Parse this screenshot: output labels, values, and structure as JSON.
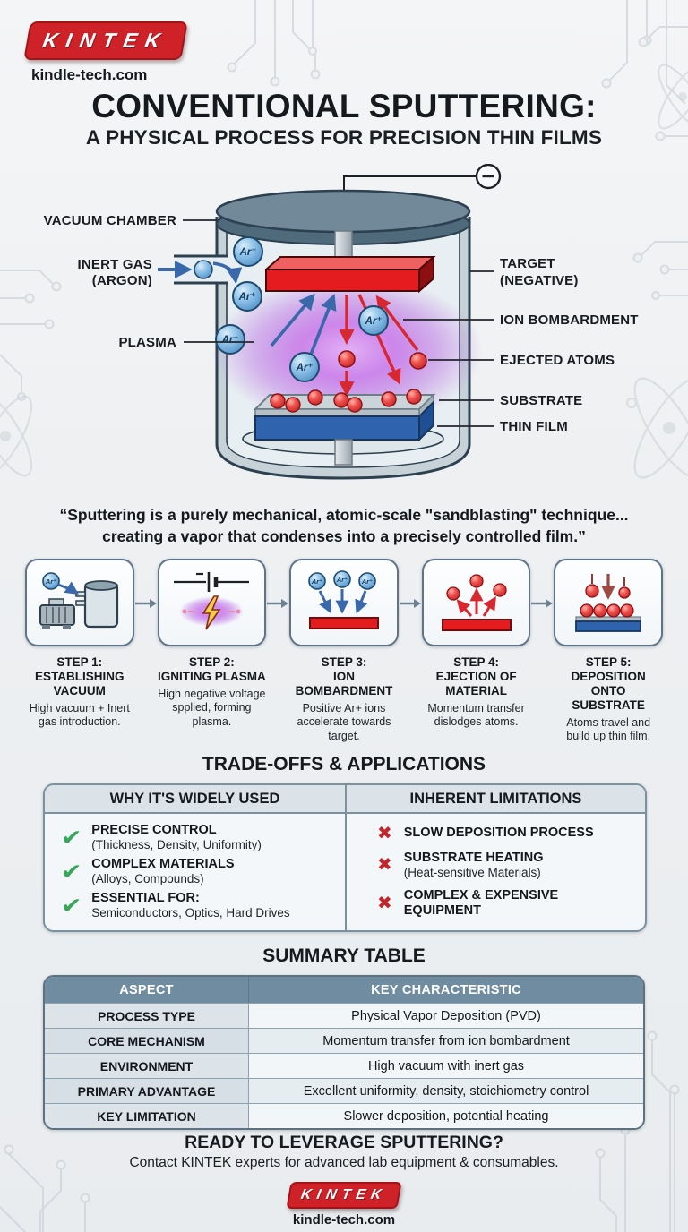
{
  "brand": {
    "name": "KINTEK",
    "website": "kindle-tech.com"
  },
  "header": {
    "title": "CONVENTIONAL SPUTTERING:",
    "subtitle": "A PHYSICAL PROCESS FOR PRECISION THIN FILMS"
  },
  "diagram": {
    "labels": {
      "vacuum_chamber": "VACUUM CHAMBER",
      "inert_gas_line1": "INERT GAS",
      "inert_gas_line2": "(ARGON)",
      "plasma": "PLASMA",
      "target_line1": "TARGET",
      "target_line2": "(NEGATIVE)",
      "ion_bombardment": "ION BOMBARDMENT",
      "ejected_atoms": "EJECTED ATOMS",
      "substrate": "SUBSTRATE",
      "thin_film": "THIN FILM",
      "ion": "Ar⁺"
    }
  },
  "quote": {
    "line1": "“Sputtering is a purely mechanical, atomic-scale \"sandblasting\" technique...",
    "line2": "creating a vapor that condenses into a precisely controlled film.”"
  },
  "steps": [
    {
      "step": "STEP 1:",
      "title": "ESTABLISHING VACUUM",
      "description": "High vacuum + Inert gas introduction.",
      "icon": "vacuum-pump-tank-icon"
    },
    {
      "step": "STEP 2:",
      "title": "IGNITING PLASMA",
      "description": "High negative voltage spplied, forming plasma.",
      "icon": "battery-plasma-icon"
    },
    {
      "step": "STEP 3:",
      "title": "ION BOMBARDMENT",
      "description": "Positive Ar+ ions accelerate towards target.",
      "icon": "ion-bombardment-icon"
    },
    {
      "step": "STEP 4:",
      "title": "EJECTION OF MATERIAL",
      "description": "Momentum transfer dislodges atoms.",
      "icon": "ejection-icon"
    },
    {
      "step": "STEP 5:",
      "title": "DEPOSITION ONTO SUBSTRATE",
      "description": "Atoms travel and build up thin film.",
      "icon": "deposition-icon"
    }
  ],
  "tradeoffs": {
    "heading": "TRADE-OFFS & APPLICATIONS",
    "pros": {
      "header": "WHY IT'S WIDELY USED",
      "items": [
        {
          "title": "PRECISE CONTROL",
          "subtitle": "(Thickness, Density, Uniformity)"
        },
        {
          "title": "COMPLEX MATERIALS",
          "subtitle": "(Alloys, Compounds)"
        },
        {
          "title": "ESSENTIAL FOR:",
          "subtitle": "Semiconductors, Optics, Hard Drives"
        }
      ]
    },
    "cons": {
      "header": "INHERENT LIMITATIONS",
      "items": [
        {
          "title": "SLOW DEPOSITION PROCESS",
          "subtitle": ""
        },
        {
          "title": "SUBSTRATE HEATING",
          "subtitle": "(Heat-sensitive Materials)"
        },
        {
          "title": "COMPLEX & EXPENSIVE EQUIPMENT",
          "subtitle": ""
        }
      ]
    }
  },
  "summary_table": {
    "heading": "SUMMARY TABLE",
    "columns": [
      "ASPECT",
      "KEY CHARACTERISTIC"
    ],
    "rows": [
      [
        "PROCESS TYPE",
        "Physical Vapor Deposition (PVD)"
      ],
      [
        "CORE MECHANISM",
        "Momentum transfer from ion bombardment"
      ],
      [
        "ENVIRONMENT",
        "High vacuum with inert gas"
      ],
      [
        "PRIMARY ADVANTAGE",
        "Excellent uniformity, density, stoichiometry control"
      ],
      [
        "KEY LIMITATION",
        "Slower deposition, potential heating"
      ]
    ]
  },
  "footer": {
    "cta_heading": "READY TO LEVERAGE SPUTTERING?",
    "cta_text": "Contact KINTEK experts for advanced lab equipment & consumables."
  },
  "icons": {
    "check": "✔",
    "cross": "✖",
    "negative_terminal": "−"
  },
  "colors": {
    "brand_red": "#cf2128",
    "steel_blue": "#6f8ca1",
    "panel_border": "#7b91a0",
    "plasma_purple": "#bd63e4",
    "ion_blue": "#7cb4e0",
    "atom_red": "#e23b3b",
    "check_green": "#3aa65a",
    "cross_red": "#c4252b",
    "text_dark": "#14171b"
  }
}
